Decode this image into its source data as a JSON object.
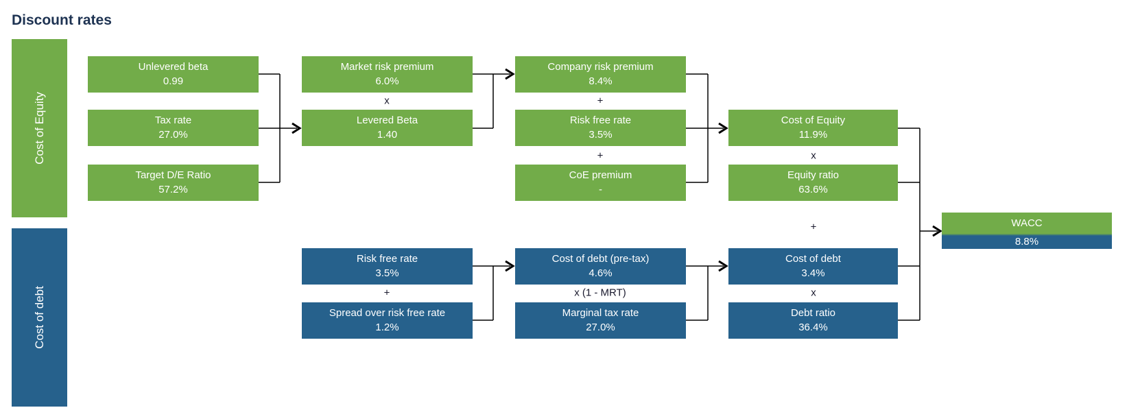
{
  "title": "Discount rates",
  "colors": {
    "green": "#72AC49",
    "blue": "#26618C",
    "navy": "#1E3352",
    "operator": "#1A1A2E",
    "line": "#000000",
    "box_text": "#FFFFFF",
    "background": "#FFFFFF"
  },
  "sidebars": {
    "equity": "Cost of Equity",
    "debt": "Cost of debt"
  },
  "boxes": [
    {
      "label": "Unlevered beta",
      "value": "0.99"
    },
    {
      "label": "Tax rate",
      "value": "27.0%"
    },
    {
      "label": "Target D/E Ratio",
      "value": "57.2%"
    },
    {
      "label": "Market risk premium",
      "value": "6.0%"
    },
    {
      "label": "Levered Beta",
      "value": "1.40"
    },
    {
      "label": "Company risk premium",
      "value": "8.4%"
    },
    {
      "label": "Risk free rate",
      "value": "3.5%"
    },
    {
      "label": "CoE premium",
      "value": "-"
    },
    {
      "label": "Cost of Equity",
      "value": "11.9%"
    },
    {
      "label": "Equity ratio",
      "value": "63.6%"
    },
    {
      "label": "Risk free rate",
      "value": "3.5%"
    },
    {
      "label": "Spread over risk free rate",
      "value": "1.2%"
    },
    {
      "label": "Cost of debt (pre-tax)",
      "value": "4.6%"
    },
    {
      "label": "Marginal tax rate",
      "value": "27.0%"
    },
    {
      "label": "Cost of debt",
      "value": "3.4%"
    },
    {
      "label": "Debt ratio",
      "value": "36.4%"
    }
  ],
  "operators": [
    {
      "text": "x"
    },
    {
      "text": "+"
    },
    {
      "text": "+"
    },
    {
      "text": "x"
    },
    {
      "text": "+"
    },
    {
      "text": "+"
    },
    {
      "text": "x (1 - MRT)"
    },
    {
      "text": "x"
    }
  ],
  "wacc": {
    "label": "WACC",
    "value": "8.8%"
  }
}
